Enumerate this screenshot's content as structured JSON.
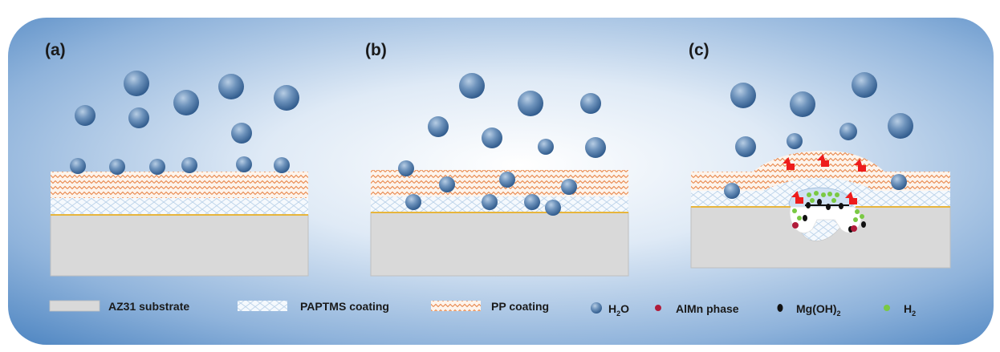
{
  "panels": [
    {
      "label": "(a)"
    },
    {
      "label": "(b)"
    },
    {
      "label": "(c)"
    }
  ],
  "legend": {
    "substrate": "AZ31 substrate",
    "paptms": "PAPTMS coating",
    "pp": "PP coating",
    "water_prefix": "H",
    "water_sub": "2",
    "water_suffix": "O",
    "almn": "AlMn phase",
    "mgoh_prefix": "Mg(OH)",
    "mgoh_sub": "2",
    "h2_prefix": "H",
    "h2_sub": "2"
  },
  "colors": {
    "substrate": "#d9d9d9",
    "substrate_border": "#bfbfbf",
    "paptms_bg": "#f4f8fc",
    "paptms_line": "#b8d1ea",
    "pp_bg": "#fdf4ec",
    "pp_line": "#e8874a",
    "interface": "#e7b53c",
    "water": "#4d79a8",
    "almn": "#b01c3a",
    "mgoh": "#111111",
    "h2": "#7ac943",
    "arrow": "#ee1c1c",
    "frame_edge": "#3f78b8"
  }
}
